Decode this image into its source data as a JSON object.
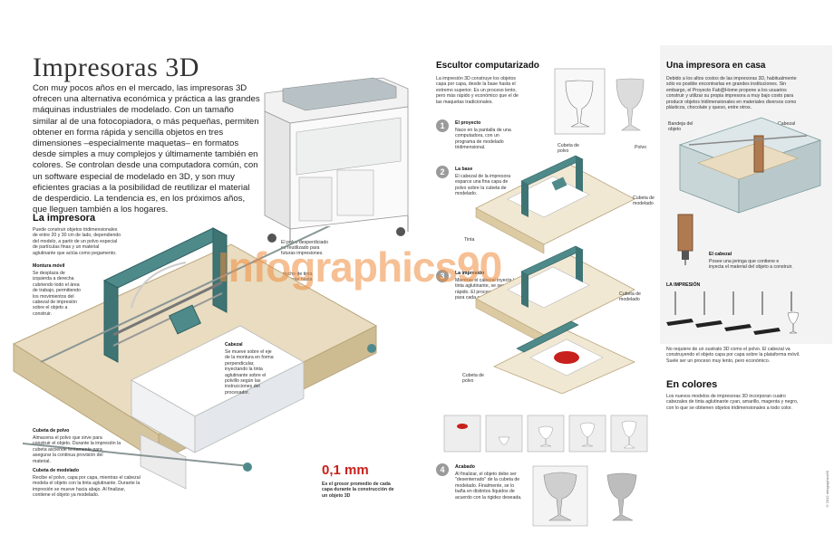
{
  "header": {
    "title": "Impresoras 3D",
    "intro": "Con muy pocos años en el mercado, las impresoras 3D ofrecen una alternativa económica y práctica a las grandes máquinas industriales de modelado. Con un tamaño similar al de una fotocopiadora, o más pequeñas, permiten obtener en forma rápida y sencilla objetos en tres dimensiones –especialmente maquetas– en formatos desde simples a muy complejos y últimamente también en colores. Se controlan desde una computadora común, con un software especial de modelado en 3D, y son muy eficientes gracias a la posibilidad de reutilizar el material de desperdicio. La tendencia es, en los próximos años, que lleguen también a los hogares."
  },
  "la_impresora": {
    "heading": "La impresora",
    "text": "Puede construir objetos tridimensionales de entre 20 y 30 cm de lado, dependiendo del modelo, a partir de un polvo especial de partículas finas y un material aglutinante que actúa como pegamento.",
    "montura_heading": "Montura móvil",
    "montura_text": "Se desplaza de izquierda a derecha cubriendo todo el área de trabajo, permitiendo los movimientos del cabezal de impresión sobre el objeto a construir.",
    "cabezal_heading": "Cabezal",
    "cabezal_text": "Se mueve sobre el eje de la montura en forma perpendicular, inyectando la tinta aglutinante sobre el polvillo según las instrucciones del procesador.",
    "cubeta_polvo_heading": "Cubeta de polvo",
    "cubeta_polvo_text": "Almacena el polvo que sirve para construir el objeto. Durante la impresión la cubeta asciende lentamente para asegurar la continua provisión del material.",
    "cubeta_modelado_heading": "Cubeta de modelado",
    "cubeta_modelado_text": "Recibe el polvo, capa por capa, mientras el cabezal modela el objeto con la tinta aglutinante. Durante la impresión se mueve hacia abajo. Al finalizar, contiene el objeto ya modelado."
  },
  "stat": {
    "value": "0,1 mm",
    "caption": "Es el grosor promedio de cada capa durante la construcción de un objeto 3D"
  },
  "printer_caption": "El polvo desperdiciado es reutilizado para futuras impresiones.",
  "printer_caption2": "Cartucho de tinta aglutinante hasta el cabezal.",
  "escultor": {
    "heading": "Escultor computarizado",
    "text": "La impresión 3D construye los objetos capa por capa, desde la base hasta el extremo superior. Es un proceso lento, pero más rápido y económico que el de las maquetas tradicionales.",
    "steps": [
      {
        "num": "1",
        "heading": "El proyecto",
        "text": "Nace en la pantalla de una computadora, con un programa de modelado tridimensional."
      },
      {
        "num": "2",
        "heading": "La base",
        "text": "El cabezal de la impresora esparce una fina capa de polvo sobre la cubeta de modelado."
      },
      {
        "num": "3",
        "heading": "La impresión",
        "text": "Mientras el cabezal inyecta la tinta aglutinante, se seca rápido. El proceso se repite para cada capa del objeto."
      },
      {
        "num": "4",
        "heading": "Acabado",
        "text": "Al finalizar, el objeto debe ser \"desenterrado\" de la cubeta de modelado. Finalmente, se lo baña en distintos líquidos de acuerdo con la rigidez deseada."
      }
    ],
    "labels": {
      "cubeta_polvo": "Cubeta de polvo",
      "polvo": "Polvo",
      "cubeta_modelado": "Cubeta de modelado",
      "tinta": "Tinta",
      "cubeta_modelado2": "Cubeta de modelado",
      "cubeta_polvo2": "Cubeta de polvo"
    }
  },
  "casa": {
    "heading": "Una impresora en casa",
    "text": "Debido a los altos costos de las impresoras 3D, habitualmente sólo es posible encontrarlas en grandes instituciones. Sin embargo, el Proyecto Fab@Home propone a los usuarios construir y utilizar su propia impresora a muy bajo costo para producir objetos tridimensionales en materiales diversos como plásticos, chocolate y queso, entre otros.",
    "bandeja": "Bandeja del objeto",
    "cabezal_label": "Cabezal",
    "el_cabezal_heading": "El cabezal",
    "el_cabezal_text": "Posee una jeringa que contiene e inyecta el material del objeto a construir.",
    "impresion_heading": "LA IMPRESIÓN",
    "impresion_text": "No requiere de un sustrato 3D como el polvo. El cabezal va construyendo el objeto capa por capa sobre la plataforma móvil. Suele ser un proceso muy lento, pero económico."
  },
  "colores": {
    "heading": "En colores",
    "text": "Los nuevos modelos de impresoras 3D incorporan cuatro cabezales de tinta aglutinante cyan, amarillo, magenta y negro, con lo que se obtienen objetos tridimensionales a todo color."
  },
  "watermark": "Infographics90",
  "credit": "©2012 Infographics90",
  "colors": {
    "teal": "#4f8a8b",
    "red": "#c8201c",
    "wood": "#e9dcc0",
    "watermark": "#ee8c3c"
  }
}
